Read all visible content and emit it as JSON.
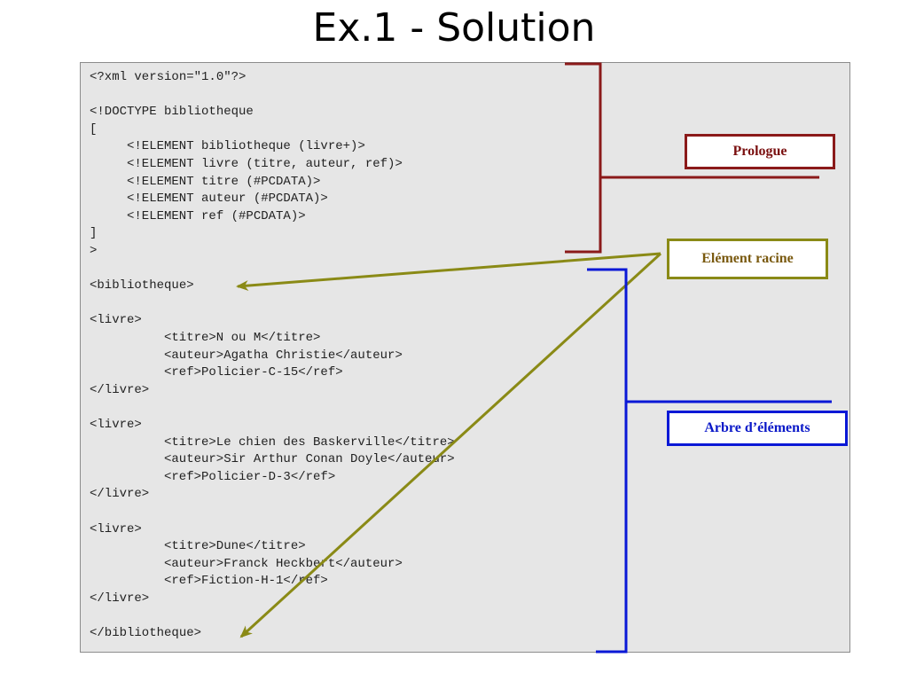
{
  "title": "Ex.1 - Solution",
  "code_lines": [
    {
      "text": "<?xml version=\"1.0\"?>",
      "indent": 0
    },
    {
      "text": "",
      "indent": 0
    },
    {
      "text": "<!DOCTYPE bibliotheque",
      "indent": 0
    },
    {
      "text": "[",
      "indent": 0
    },
    {
      "text": "<!ELEMENT bibliotheque (livre+)>",
      "indent": 1
    },
    {
      "text": "<!ELEMENT livre (titre, auteur, ref)>",
      "indent": 1
    },
    {
      "text": "<!ELEMENT titre (#PCDATA)>",
      "indent": 1
    },
    {
      "text": "<!ELEMENT auteur (#PCDATA)>",
      "indent": 1
    },
    {
      "text": "<!ELEMENT ref (#PCDATA)>",
      "indent": 1
    },
    {
      "text": "]",
      "indent": 0
    },
    {
      "text": ">",
      "indent": 0
    },
    {
      "text": "",
      "indent": 0
    },
    {
      "text": "<bibliotheque>",
      "indent": 0
    },
    {
      "text": "",
      "indent": 0
    },
    {
      "text": "<livre>",
      "indent": 0
    },
    {
      "text": "<titre>N ou M</titre>",
      "indent": 2
    },
    {
      "text": "<auteur>Agatha Christie</auteur>",
      "indent": 2
    },
    {
      "text": "<ref>Policier-C-15</ref>",
      "indent": 2
    },
    {
      "text": "</livre>",
      "indent": 0
    },
    {
      "text": "",
      "indent": 0
    },
    {
      "text": "<livre>",
      "indent": 0
    },
    {
      "text": "<titre>Le chien des Baskerville</titre>",
      "indent": 2
    },
    {
      "text": "<auteur>Sir Arthur Conan Doyle</auteur>",
      "indent": 2
    },
    {
      "text": "<ref>Policier-D-3</ref>",
      "indent": 2
    },
    {
      "text": "</livre>",
      "indent": 0
    },
    {
      "text": "",
      "indent": 0
    },
    {
      "text": "<livre>",
      "indent": 0
    },
    {
      "text": "<titre>Dune</titre>",
      "indent": 2
    },
    {
      "text": "<auteur>Franck Heckbert</auteur>",
      "indent": 2
    },
    {
      "text": "<ref>Fiction-H-1</ref>",
      "indent": 2
    },
    {
      "text": "</livre>",
      "indent": 0
    },
    {
      "text": "",
      "indent": 0
    },
    {
      "text": "</bibliotheque>",
      "indent": 0
    }
  ],
  "annotations": {
    "prologue": {
      "label": "Prologue",
      "color": "#8b1a1a"
    },
    "root_element": {
      "label": "Elément racine",
      "color": "#8a8a16"
    },
    "element_tree": {
      "label": "Arbre d’éléments",
      "color": "#0a18d6"
    }
  }
}
